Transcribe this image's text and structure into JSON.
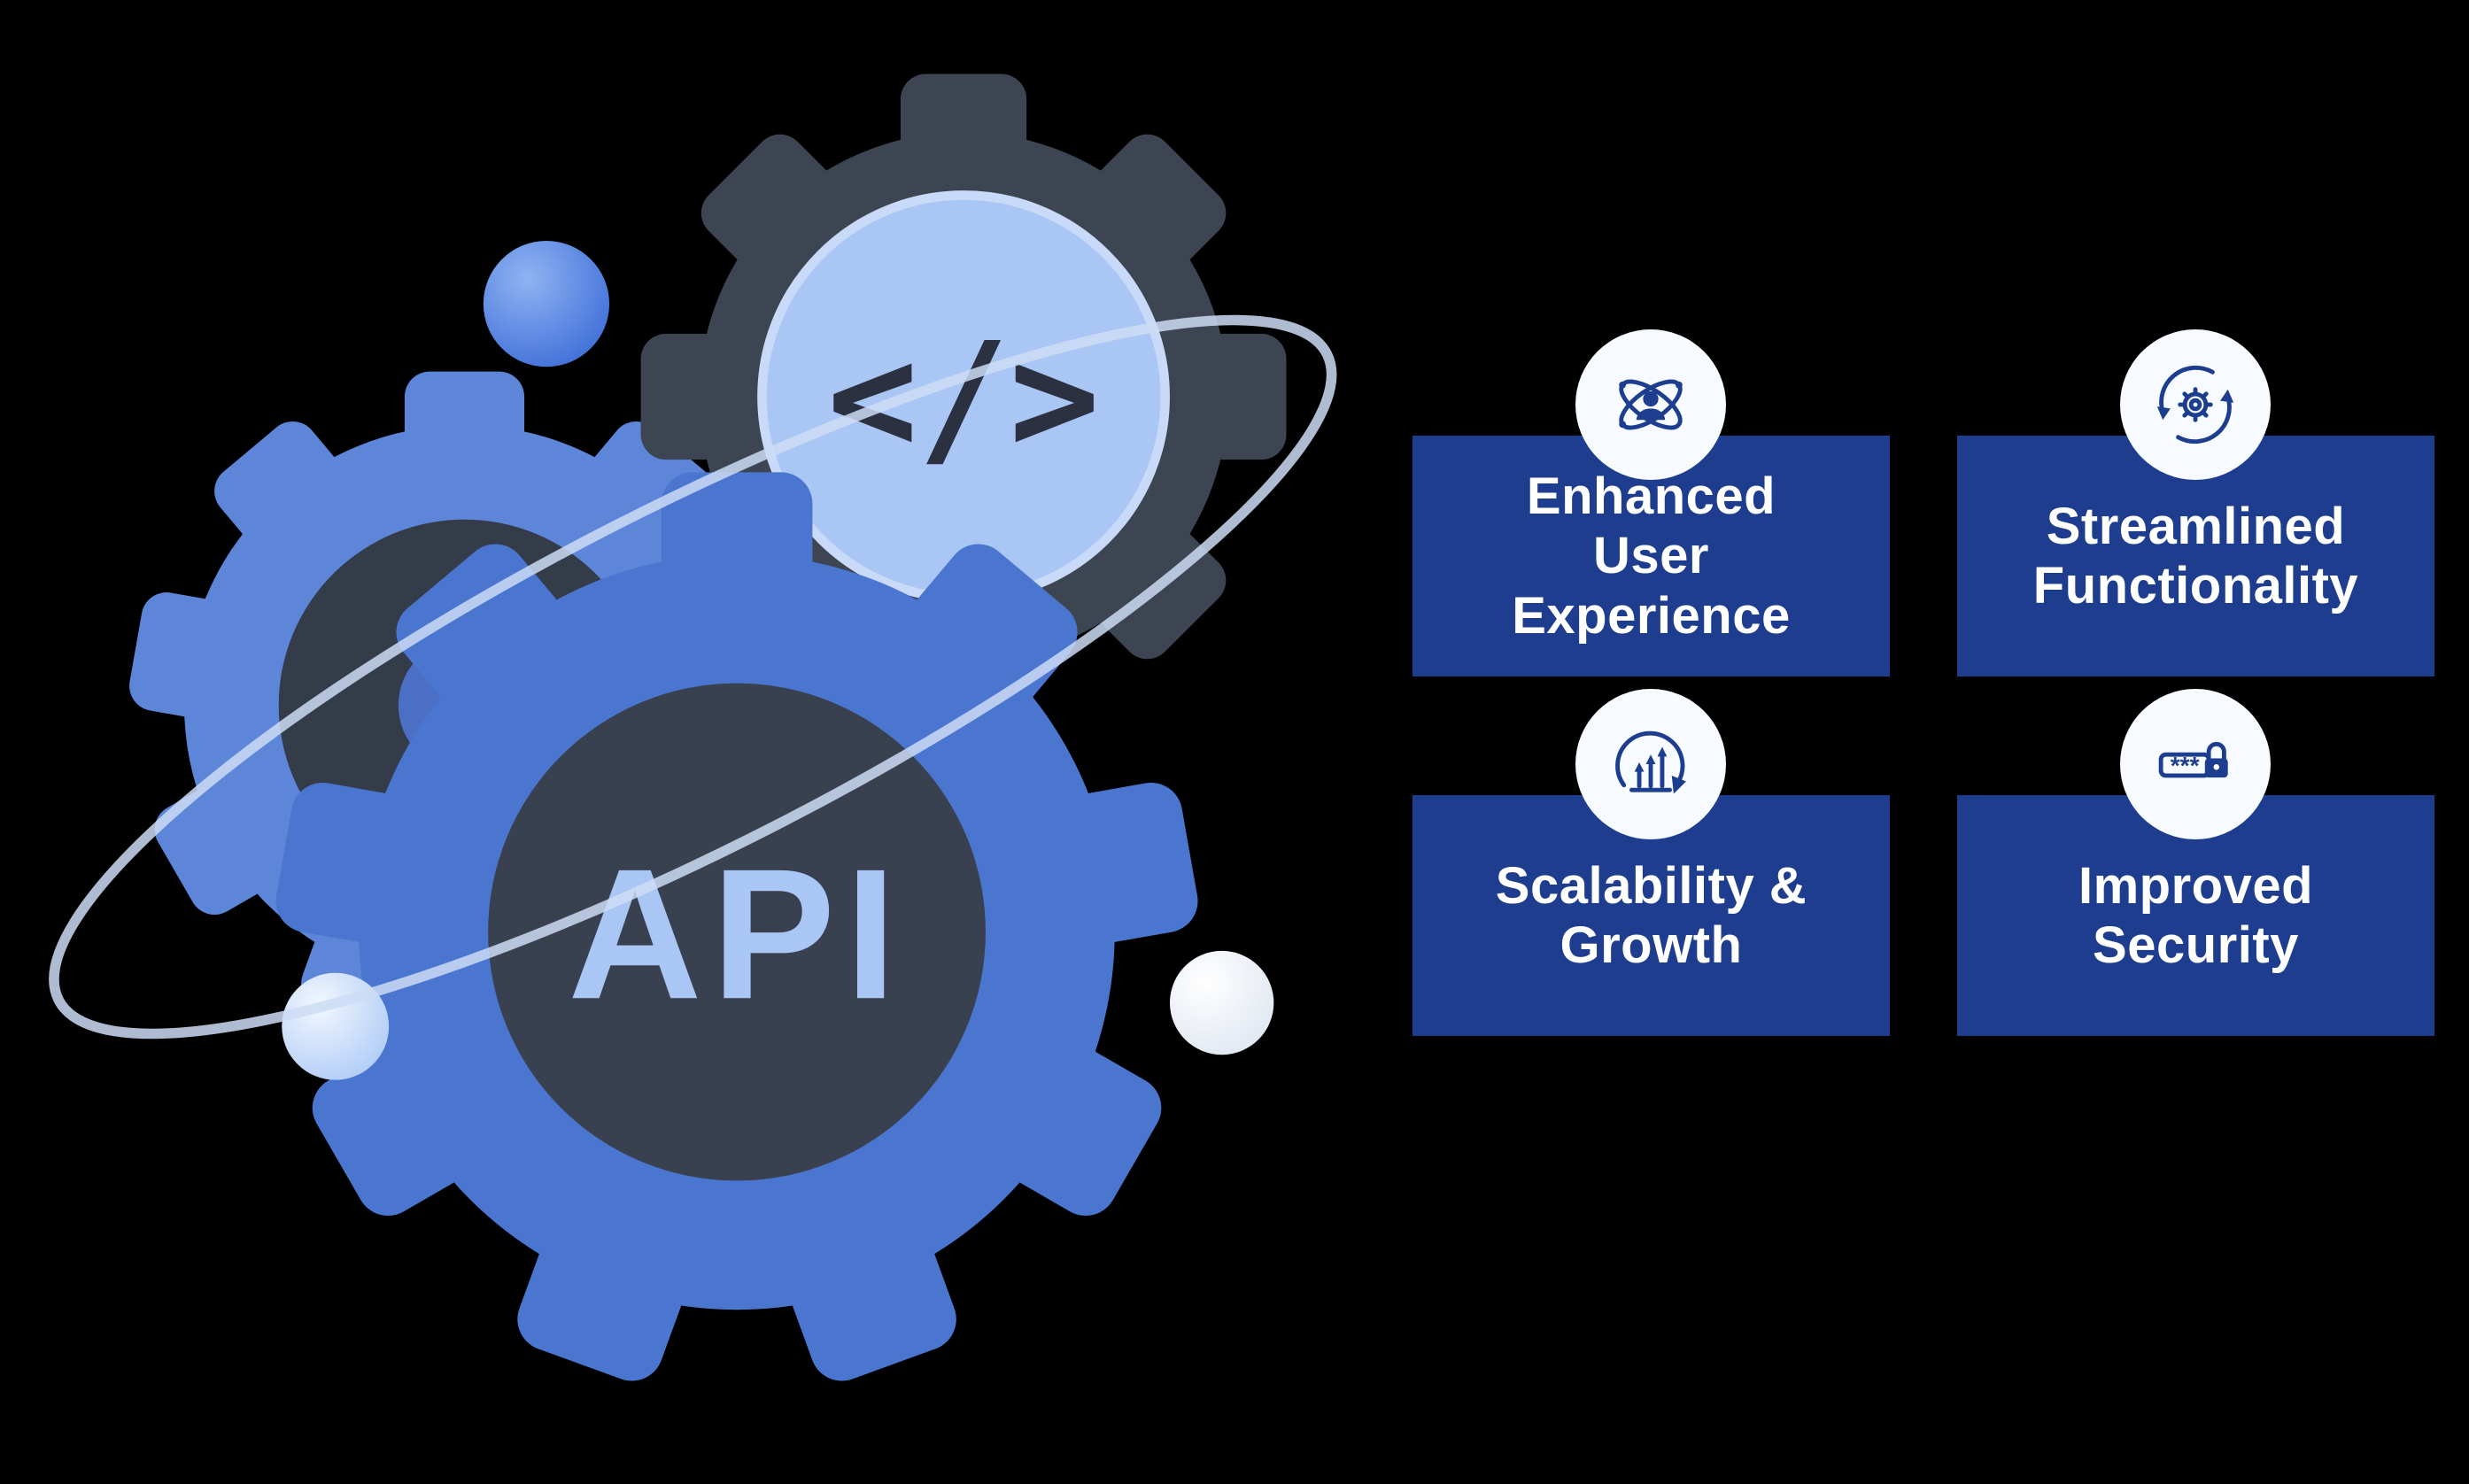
{
  "illustration": {
    "api_label": "API",
    "code_label": "</>"
  },
  "cards": [
    {
      "title": "Enhanced\nUser\nExperience",
      "icon": "atom-user-icon"
    },
    {
      "title": "Streamlined\nFunctionality",
      "icon": "sync-gear-icon"
    },
    {
      "title": "Scalability &\nGrowth",
      "icon": "growth-arrows-icon"
    },
    {
      "title": "Improved\nSecurity",
      "icon": "password-lock-icon"
    }
  ],
  "icon4": {
    "password_mask": "***"
  },
  "colors": {
    "background": "#000000",
    "card_blue": "#1e3d8f",
    "icon_stroke": "#1d3e8f",
    "icon_circle_bg": "#f7fafe",
    "gear_blue": "#4a76cf",
    "gear_blue_light": "#5d86d8",
    "dark_slate": "#3a4150",
    "light_blue": "#a9c6f4",
    "text_white": "#ffffff"
  }
}
